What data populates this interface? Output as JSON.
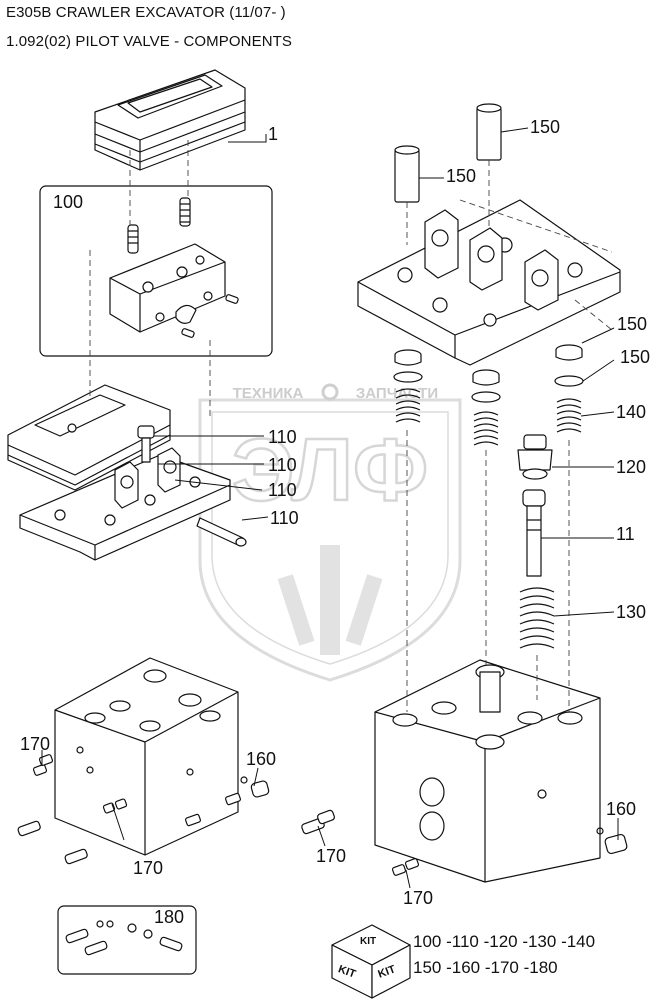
{
  "header": {
    "title": "E305B CRAWLER EXCAVATOR (11/07- )",
    "subtitle": "1.092(02) PILOT VALVE - COMPONENTS"
  },
  "watermark": {
    "top_left": "ТЕХНИКА",
    "top_right": "ЗАПЧАСТИ",
    "big": "ЭЛФ"
  },
  "callouts": {
    "c1": "1",
    "c100": "100",
    "c150a": "150",
    "c150b": "150",
    "c150c": "150",
    "c150d": "150",
    "c140": "140",
    "c120": "120",
    "c11": "11",
    "c130": "130",
    "c110a": "110",
    "c110b": "110",
    "c110c": "110",
    "c110d": "110",
    "c170a": "170",
    "c170b": "170",
    "c170c": "170",
    "c170d": "170",
    "c160a": "160",
    "c160b": "160",
    "c180": "180"
  },
  "kit": {
    "box_label_top": "KIT",
    "box_label_left": "KIT",
    "box_label_right": "KIT",
    "line1": "100 -110 -120 -130 -140",
    "line2": "150 -160 -170 -180"
  },
  "colors": {
    "line": "#111111",
    "watermark": "#d8d8d8"
  }
}
